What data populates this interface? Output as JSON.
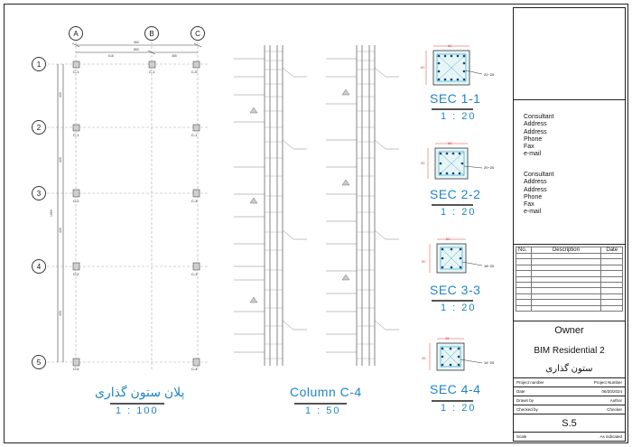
{
  "plan": {
    "grid_cols": [
      "A",
      "B",
      "C"
    ],
    "grid_rows": [
      "1",
      "2",
      "3",
      "4",
      "5"
    ],
    "column_tags": [
      [
        "C-1",
        "C-1",
        "C-5"
      ],
      [
        "C-1",
        "C-1"
      ],
      [
        "C-2",
        "C-3"
      ],
      [
        "C-2",
        "C-3"
      ],
      [
        "C-4",
        "C-4"
      ]
    ],
    "title": "پلان ستون گذاری",
    "scale": "1 : 100"
  },
  "column": {
    "title": "Column C-4",
    "scale": "1 : 50"
  },
  "sections": [
    {
      "title": "SEC 1-1",
      "scale": "1 : 20",
      "rebar": "22~20",
      "width": "60",
      "depth": "60"
    },
    {
      "title": "SEC 2-2",
      "scale": "1 : 20",
      "rebar": "20~20",
      "width": "55",
      "depth": "55"
    },
    {
      "title": "SEC 3-3",
      "scale": "1 : 20",
      "rebar": "18~20",
      "width": "50",
      "depth": "50"
    },
    {
      "title": "SEC 4-4",
      "scale": "1 : 20",
      "rebar": "14~20",
      "width": "45",
      "depth": "45"
    }
  ],
  "titleblock": {
    "consultant_blocks": [
      [
        "Consultant",
        "Address",
        "Address",
        "Phone",
        "Fax",
        "e-mail"
      ],
      [
        "Consultant",
        "Address",
        "Address",
        "Phone",
        "Fax",
        "e-mail"
      ]
    ],
    "rev_headers": [
      "No.",
      "Description",
      "Date"
    ],
    "owner": "Owner",
    "project_name": "BIM Residential 2",
    "sheet_name": "ستون گذاری",
    "project_number_label": "Project number",
    "project_number_value": "Project Number",
    "date_label": "Date",
    "date_value": "06/20/2024",
    "drawn_by_label": "Drawn by",
    "drawn_by_value": "Author",
    "checked_by_label": "Checked by",
    "checked_by_value": "Checker",
    "sheet_number": "S.5",
    "scale_label": "Scale",
    "scale_value": "As indicated"
  }
}
